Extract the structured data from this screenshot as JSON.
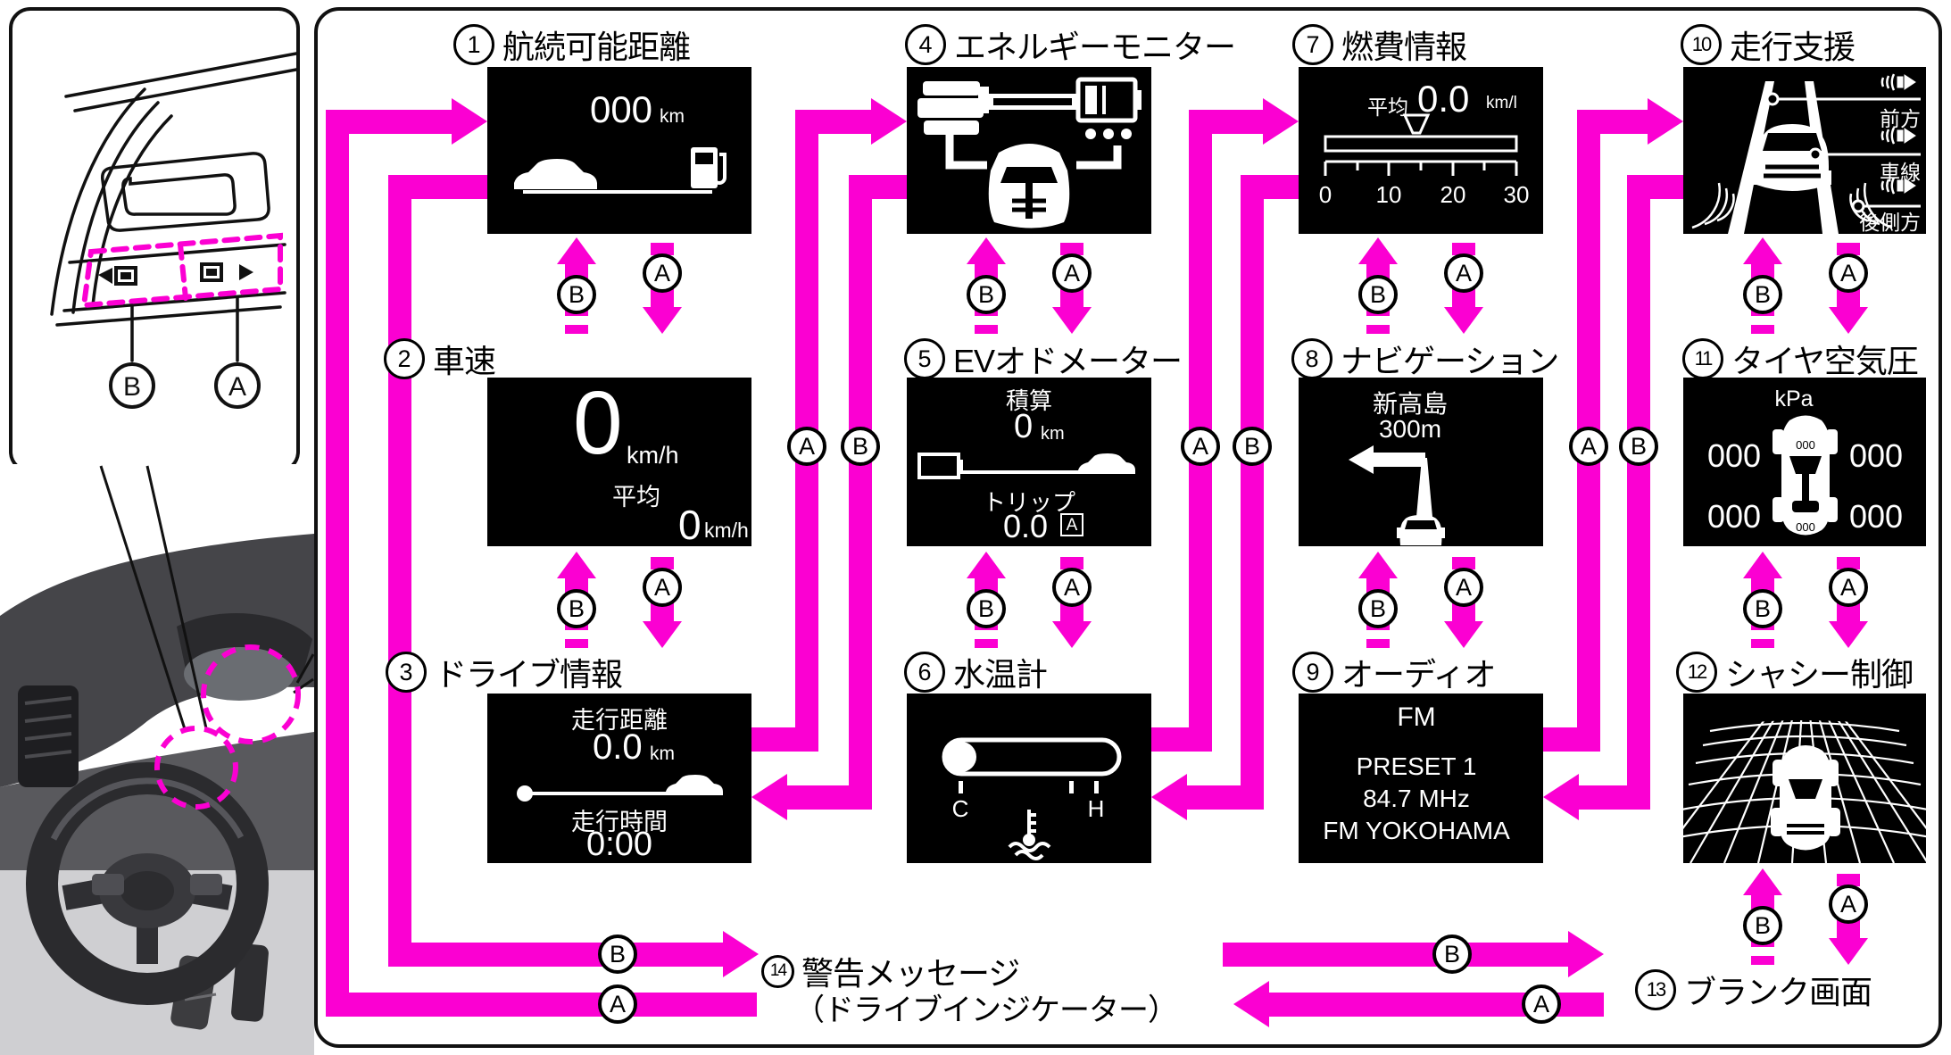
{
  "accent_color": "#fb00d2",
  "buttons": {
    "a": "A",
    "b": "B"
  },
  "screens": {
    "s1": {
      "num": "1",
      "title": "航続可能距離",
      "value": "000",
      "unit": "km"
    },
    "s2": {
      "num": "2",
      "title": "車速",
      "value": "0",
      "unit": "km/h",
      "avg_label": "平均",
      "avg_value": "0",
      "avg_unit": "km/h"
    },
    "s3": {
      "num": "3",
      "title": "ドライブ情報",
      "dist_label": "走行距離",
      "dist_value": "0.0",
      "dist_unit": "km",
      "time_label": "走行時間",
      "time_value": "0:00"
    },
    "s4": {
      "num": "4",
      "title": "エネルギーモニター"
    },
    "s5": {
      "num": "5",
      "title": "EVオドメーター",
      "total_label": "積算",
      "total_value": "0",
      "total_unit": "km",
      "trip_label": "トリップ",
      "trip_value": "0.0",
      "trip_mode": "A"
    },
    "s6": {
      "num": "6",
      "title": "水温計",
      "cold_label": "C",
      "hot_label": "H"
    },
    "s7": {
      "num": "7",
      "title": "燃費情報",
      "avg_label": "平均",
      "avg_value": "0.0",
      "avg_unit": "km/l",
      "ticks": [
        "0",
        "10",
        "20",
        "30"
      ]
    },
    "s8": {
      "num": "8",
      "title": "ナビゲーション",
      "place": "新高島",
      "distance": "300m"
    },
    "s9": {
      "num": "9",
      "title": "オーディオ",
      "band": "FM",
      "preset": "PRESET 1",
      "frequency": "84.7 MHz",
      "station": "FM YOKOHAMA"
    },
    "s10": {
      "num": "10",
      "title": "走行支援",
      "sensor_labels": [
        "前方",
        "車線",
        "後側方"
      ]
    },
    "s11": {
      "num": "11",
      "title": "タイヤ空気圧",
      "unit": "kPa",
      "fl": "000",
      "fr": "000",
      "rl": "000",
      "rr": "000",
      "front_small": "000",
      "rear_small": "000"
    },
    "s12": {
      "num": "12",
      "title": "シャシー制御"
    },
    "s13": {
      "num": "13",
      "title": "ブランク画面"
    },
    "s14": {
      "num": "14",
      "title": "警告メッセージ",
      "subtitle": "（ドライブインジケーター）"
    }
  }
}
